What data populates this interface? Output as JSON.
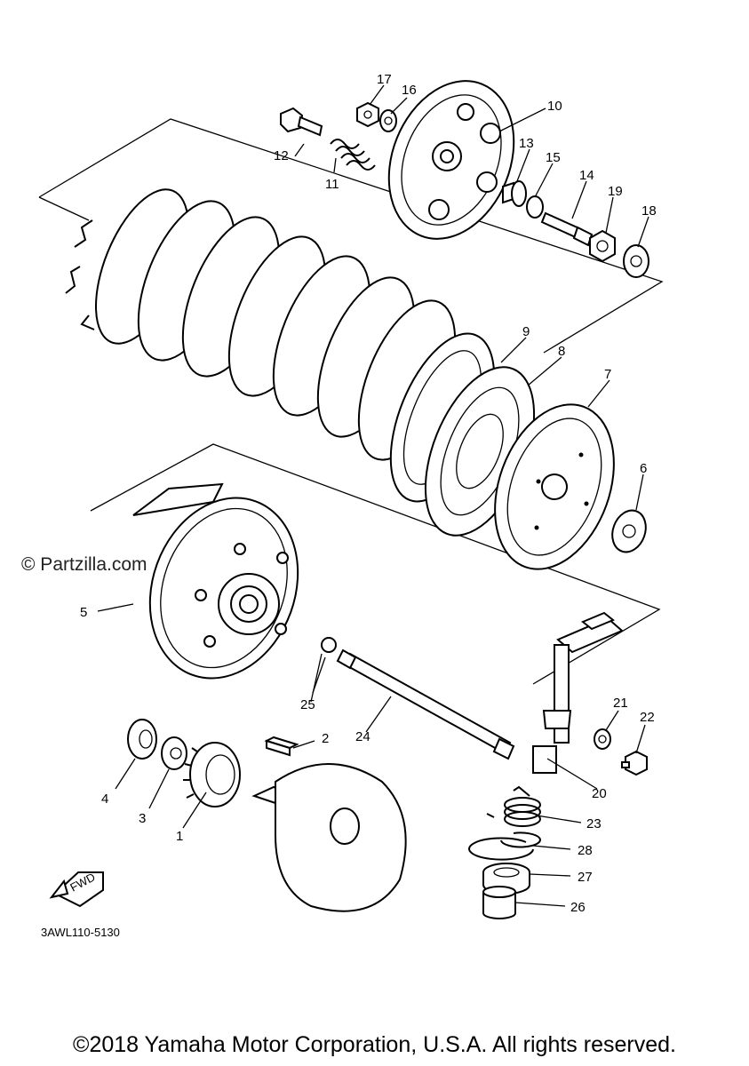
{
  "watermark": "© Partzilla.com",
  "copyright": "©2018 Yamaha Motor Corporation, U.S.A. All rights reserved.",
  "diagram_code": "3AWL110-5130",
  "fwd_label": "FWD",
  "callouts": [
    "1",
    "2",
    "3",
    "4",
    "5",
    "6",
    "7",
    "8",
    "9",
    "10",
    "11",
    "12",
    "13",
    "14",
    "15",
    "16",
    "17",
    "18",
    "19",
    "20",
    "21",
    "22",
    "23",
    "24",
    "25",
    "26",
    "27",
    "28"
  ]
}
